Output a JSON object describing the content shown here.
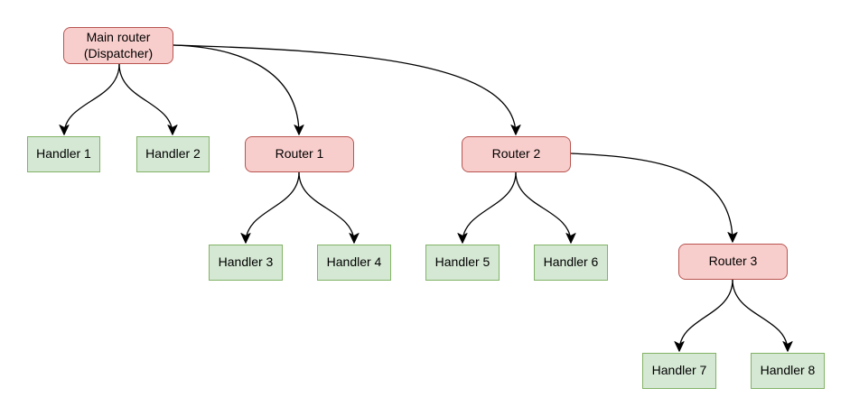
{
  "diagram": {
    "nodes": [
      {
        "id": "main-router",
        "type": "router",
        "lines": [
          "Main router",
          "(Dispatcher)"
        ]
      },
      {
        "id": "handler-1",
        "type": "handler",
        "label": "Handler 1"
      },
      {
        "id": "handler-2",
        "type": "handler",
        "label": "Handler 2"
      },
      {
        "id": "router-1",
        "type": "router",
        "label": "Router 1"
      },
      {
        "id": "handler-3",
        "type": "handler",
        "label": "Handler 3"
      },
      {
        "id": "handler-4",
        "type": "handler",
        "label": "Handler 4"
      },
      {
        "id": "router-2",
        "type": "router",
        "label": "Router 2"
      },
      {
        "id": "handler-5",
        "type": "handler",
        "label": "Handler 5"
      },
      {
        "id": "handler-6",
        "type": "handler",
        "label": "Handler 6"
      },
      {
        "id": "router-3",
        "type": "router",
        "label": "Router 3"
      },
      {
        "id": "handler-7",
        "type": "handler",
        "label": "Handler 7"
      },
      {
        "id": "handler-8",
        "type": "handler",
        "label": "Handler 8"
      }
    ],
    "edges": [
      {
        "from": "main-router",
        "to": "handler-1"
      },
      {
        "from": "main-router",
        "to": "handler-2"
      },
      {
        "from": "main-router",
        "to": "router-1"
      },
      {
        "from": "main-router",
        "to": "router-2"
      },
      {
        "from": "router-1",
        "to": "handler-3"
      },
      {
        "from": "router-1",
        "to": "handler-4"
      },
      {
        "from": "router-2",
        "to": "handler-5"
      },
      {
        "from": "router-2",
        "to": "handler-6"
      },
      {
        "from": "router-2",
        "to": "router-3"
      },
      {
        "from": "router-3",
        "to": "handler-7"
      },
      {
        "from": "router-3",
        "to": "handler-8"
      }
    ],
    "colors": {
      "router_fill": "#f8cecc",
      "router_border": "#b85450",
      "handler_fill": "#d5e8d4",
      "handler_border": "#82b366",
      "edge": "#000000",
      "background": "#ffffff"
    }
  }
}
